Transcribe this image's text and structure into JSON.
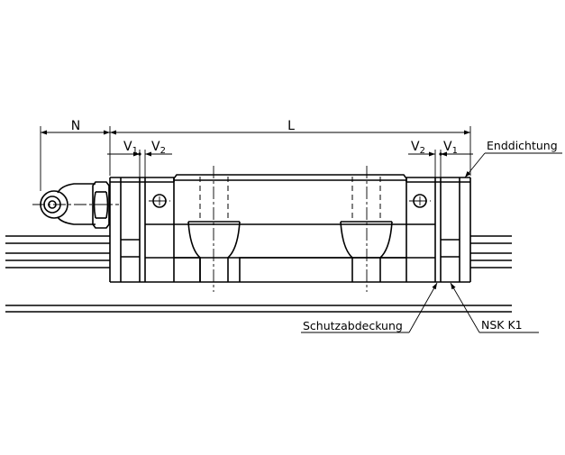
{
  "dimensions": {
    "n": "N",
    "l": "L",
    "v1_base": "V",
    "v1_sub": "1",
    "v2_base": "V",
    "v2_sub": "2"
  },
  "callouts": {
    "end_seal": "Enddichtung",
    "protective_cover": "Schutzabdeckung",
    "lubrication_unit": "NSK K1"
  }
}
